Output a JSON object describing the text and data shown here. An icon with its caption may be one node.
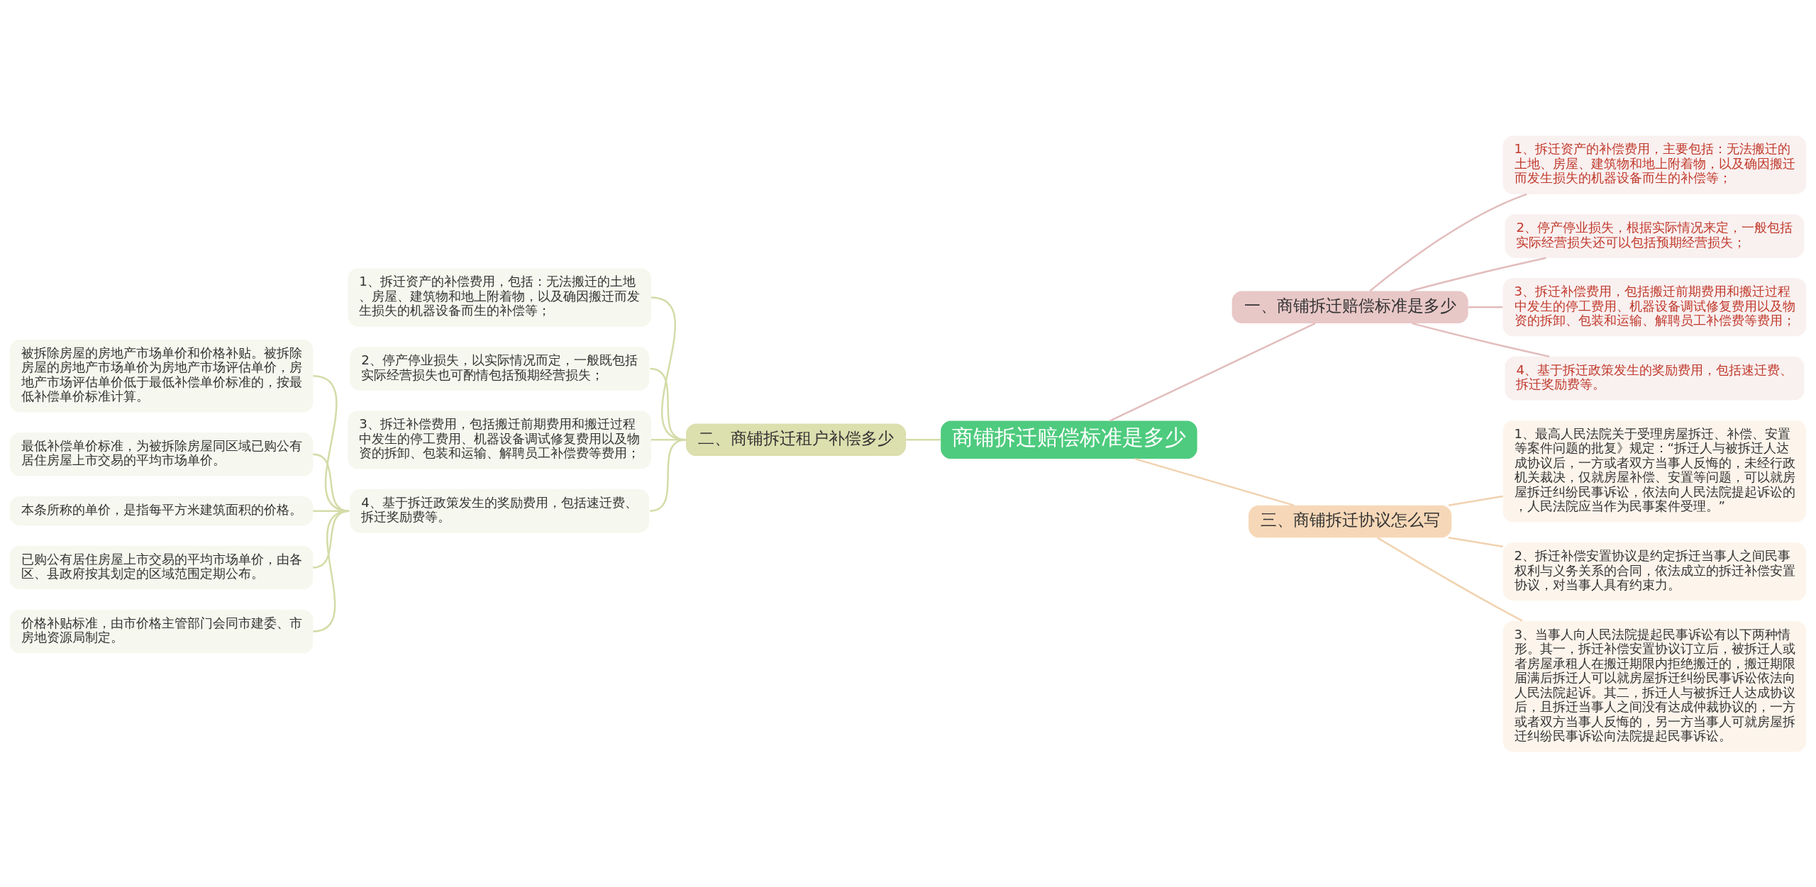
{
  "diagram": {
    "nodes": [
      {
        "text": [
          "商铺拆迁赔偿标准是多少"
        ]
      },
      {
        "text": [
          "一、商铺拆迁赔偿标准是多少"
        ]
      },
      {
        "text": [
          "1、拆迁资产的补偿费用，主要包括：无法搬迁的土地、房屋、建筑物和地上附着物，以及确因搬迁而发生损失的机器设备而生的补偿等；"
        ]
      },
      {
        "text": [
          "2、停产停业损失，根据实际情况来定，一般包括实际经营损失还可以包括预期经营损失；"
        ]
      },
      {
        "text": [
          "3、拆迁补偿费用，包括搬迁前期费用和搬迁过程中发生的停工费用、机器设备调试修复费用以及物资的拆卸、包装和运输、解聘员工补偿费等费用；"
        ]
      },
      {
        "text": [
          "4、基于拆迁政策发生的奖励费用，包括速迁费、拆迁奖励费等。"
        ]
      },
      {
        "text": [
          "二、商铺拆迁租户补偿多少"
        ]
      },
      {
        "text": [
          "1、拆迁资产的补偿费用，包括：无法搬迁的土地、房屋、建筑物和地上附着物，以及确因搬迁而发生损失的机器设备而生的补偿等；"
        ]
      },
      {
        "text": [
          "2、停产停业损失，以实际情况而定，一般既包括实际经营损失也可酌情包括预期经营损失；"
        ]
      },
      {
        "text": [
          "3、拆迁补偿费用，包括搬迁前期费用和搬迁过程中发生的停工费用、机器设备调试修复费用以及物资的拆卸、包装和运输、解聘员工补偿费等费用；"
        ]
      },
      {
        "text": [
          "4、基于拆迁政策发生的奖励费用，包括速迁费、拆迁奖励费等。"
        ]
      },
      {
        "text": [
          "被拆除房屋的房地产市场单价和价格补贴。被拆除房屋的房地产市场单价为房地产市场评估单价，房地产市场评估单价低于最低补偿单价标准的，按最低补偿单价标准计算。"
        ]
      },
      {
        "text": [
          "最低补偿单价标准，为被拆除房屋同区域已购公有居住房屋上市交易的平均市场单价。"
        ]
      },
      {
        "text": [
          "本条所称的单价，是指每平方米建筑面积的价格。"
        ]
      },
      {
        "text": [
          "已购公有居住房屋上市交易的平均市场单价，由各区、县政府按其划定的区域范围定期公布。"
        ]
      },
      {
        "text": [
          "价格补贴标准，由市价格主管部门会同市建委、市房地资源局制定。"
        ]
      },
      {
        "text": [
          "三、商铺拆迁协议怎么写"
        ]
      },
      {
        "text": [
          "1、最高人民法院关于受理房屋拆迁、补偿、安置等案件问题的批复》规定：“拆迁人与被拆迁人达成协议后，一方或者双方当事人反悔的，未经行政机关裁决，仅就房屋补偿、安置等问题，可以就房屋拆迁纠纷民事诉讼，依法向人民法院提起诉讼的，人民法院应当作为民事案件受理。”"
        ]
      },
      {
        "text": [
          "2、拆迁补偿安置协议是约定拆迁当事人之间民事权利与义务关系的合同，依法成立的拆迁补偿安置协议，对当事人具有约束力。"
        ]
      },
      {
        "text": [
          "3、当事人向人民法院提起民事诉讼有以下两种情形。其一，拆迁补偿安置协议订立后，被拆迁人或者房屋承租人在搬迁期限内拒绝搬迁的，搬迁期限届满后拆迁人可以就房屋拆迁纠纷民事诉讼依法向人民法院起诉。其二，拆迁人与被拆迁人达成协议后，且拆迁当事人之间没有达成仲裁协议的，一方或者双方当事人反悔的，另一方当事人可就房屋拆迁纠纷民事诉讼向法院提起民事诉讼。"
        ]
      }
    ],
    "edges": [
      {
        "from": 0,
        "to": 1,
        "arrow": "none",
        "color": "#e2bcbc"
      },
      {
        "from": 1,
        "to": 2,
        "arrow": "none",
        "color": "#e2bcbc"
      },
      {
        "from": 1,
        "to": 3,
        "arrow": "none",
        "color": "#e2bcbc"
      },
      {
        "from": 1,
        "to": 4,
        "arrow": "none",
        "color": "#e2bcbc"
      },
      {
        "from": 1,
        "to": 5,
        "arrow": "none",
        "color": "#e2bcbc"
      },
      {
        "from": 0,
        "to": 6,
        "arrow": "none"
      },
      {
        "from": 6,
        "to": 7,
        "arrow": "none"
      },
      {
        "from": 6,
        "to": 8,
        "arrow": "none"
      },
      {
        "from": 6,
        "to": 9,
        "arrow": "none"
      },
      {
        "from": 6,
        "to": 10,
        "arrow": "none"
      },
      {
        "from": 10,
        "to": 11,
        "arrow": "none"
      },
      {
        "from": 10,
        "to": 12,
        "arrow": "none"
      },
      {
        "from": 10,
        "to": 13,
        "arrow": "none"
      },
      {
        "from": 10,
        "to": 14,
        "arrow": "none"
      },
      {
        "from": 10,
        "to": 15,
        "arrow": "none"
      },
      {
        "from": 0,
        "to": 16,
        "arrow": "none",
        "color": "#f1d2b0"
      },
      {
        "from": 16,
        "to": 17,
        "arrow": "none",
        "color": "#f1d2b0"
      },
      {
        "from": 16,
        "to": 18,
        "arrow": "none",
        "color": "#f1d2b0"
      },
      {
        "from": 16,
        "to": 19,
        "arrow": "none",
        "color": "#f1d2b0"
      }
    ]
  }
}
